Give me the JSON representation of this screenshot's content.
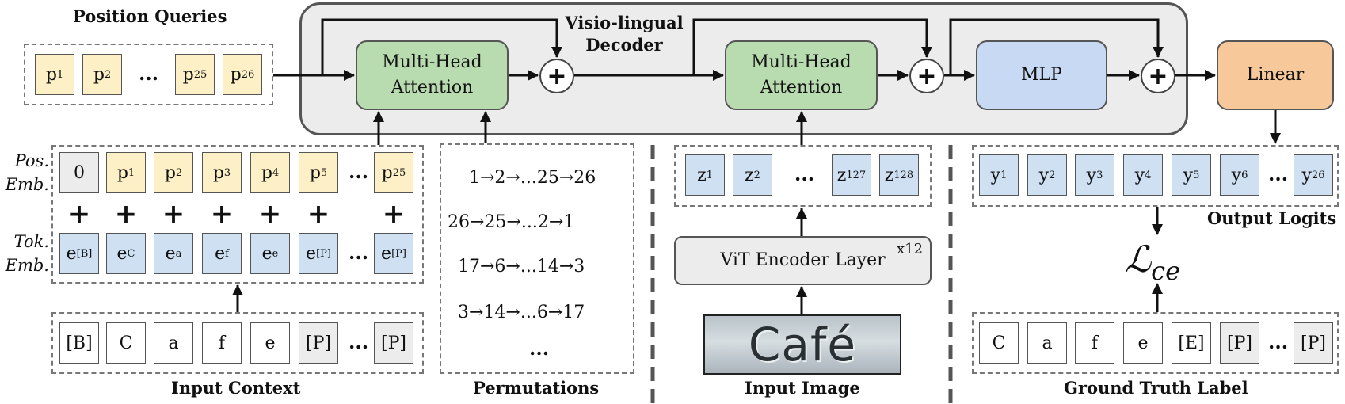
{
  "labels": {
    "position_queries": "Position Queries",
    "decoder": "Visio-lingual Decoder",
    "input_context": "Input Context",
    "permutations": "Permutations",
    "input_image": "Input Image",
    "ground_truth": "Ground Truth Label",
    "output_logits": "Output Logits",
    "pos_emb": "Pos. Emb.",
    "tok_emb": "Tok. Emb.",
    "ellipsis": "..."
  },
  "modules": {
    "mha1": "Multi-Head Attention",
    "mha2": "Multi-Head Attention",
    "mlp": "MLP",
    "linear": "Linear",
    "vit": "ViT Encoder Layer",
    "vit_repeat": "x12",
    "plus": "+"
  },
  "loss": {
    "symbol": "ℒ",
    "subscript": "ce"
  },
  "image_text": "Café",
  "position_queries": [
    {
      "base": "p",
      "sub": "1"
    },
    {
      "base": "p",
      "sub": "2"
    },
    {
      "base": "p",
      "sub": "25"
    },
    {
      "base": "p",
      "sub": "26"
    }
  ],
  "pos_emb": [
    {
      "base": "0",
      "sub": ""
    },
    {
      "base": "p",
      "sub": "1"
    },
    {
      "base": "p",
      "sub": "2"
    },
    {
      "base": "p",
      "sub": "3"
    },
    {
      "base": "p",
      "sub": "4"
    },
    {
      "base": "p",
      "sub": "5"
    },
    {
      "base": "p",
      "sub": "25"
    }
  ],
  "tok_emb": [
    {
      "base": "e",
      "sub": "[B]"
    },
    {
      "base": "e",
      "sub": "C"
    },
    {
      "base": "e",
      "sub": "a"
    },
    {
      "base": "e",
      "sub": "f"
    },
    {
      "base": "e",
      "sub": "e"
    },
    {
      "base": "e",
      "sub": "[P]"
    },
    {
      "base": "e",
      "sub": "[P]"
    }
  ],
  "input_tokens": [
    "[B]",
    "C",
    "a",
    "f",
    "e",
    "[P]",
    "[P]"
  ],
  "permutations": [
    "1→2→...25→26",
    "26→25→...2→1",
    "17→6→...14→3",
    "3→14→...6→17",
    "..."
  ],
  "image_tokens": [
    {
      "base": "z",
      "sub": "1"
    },
    {
      "base": "z",
      "sub": "2"
    },
    {
      "base": "z",
      "sub": "127"
    },
    {
      "base": "z",
      "sub": "128"
    }
  ],
  "output_tokens": [
    {
      "base": "y",
      "sub": "1"
    },
    {
      "base": "y",
      "sub": "2"
    },
    {
      "base": "y",
      "sub": "3"
    },
    {
      "base": "y",
      "sub": "4"
    },
    {
      "base": "y",
      "sub": "5"
    },
    {
      "base": "y",
      "sub": "6"
    },
    {
      "base": "y",
      "sub": "26"
    }
  ],
  "ground_truth_tokens": [
    "C",
    "a",
    "f",
    "e",
    "[E]",
    "[P]",
    "[P]"
  ],
  "colors": {
    "attention": "#b9dbb0",
    "mlp": "#c8d9f4",
    "linear": "#f7c99a",
    "decoder_bg": "#ececec",
    "token_yellow": "#fdf0c6",
    "token_blue": "#cfe0f3"
  }
}
